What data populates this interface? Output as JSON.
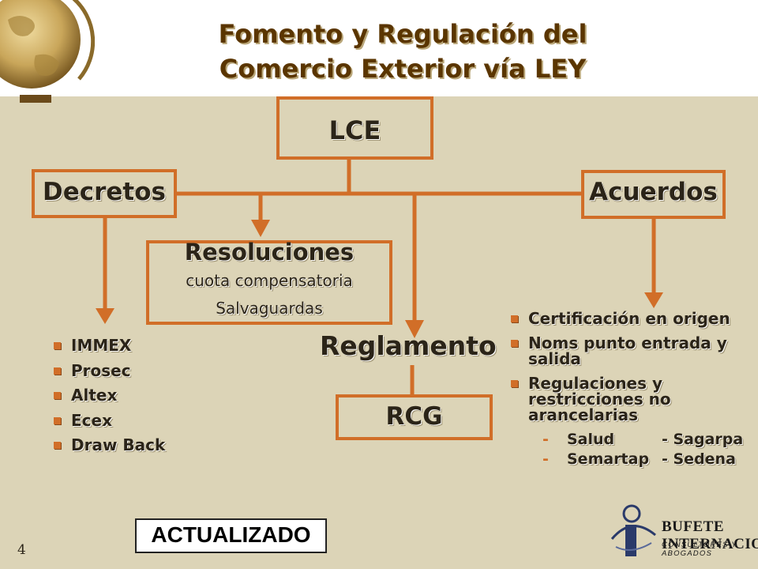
{
  "title": {
    "line1": "Fomento y Regulación del",
    "line2": "Comercio Exterior vía LEY"
  },
  "nodes": {
    "lce": "LCE",
    "decretos": "Decretos",
    "acuerdos": "Acuerdos",
    "resoluciones": {
      "label": "Resoluciones",
      "sub1": "cuota compensatoria",
      "sub2": "Salvaguardas"
    },
    "reglamento": "Reglamento",
    "rcg": "RCG"
  },
  "decretos_list": [
    "IMMEX",
    "Prosec",
    "Altex",
    "Ecex",
    "Draw Back"
  ],
  "acuerdos_list": [
    "Certificación en origen",
    "Noms punto entrada y salida",
    "Regulaciones y restricciones no arancelarias"
  ],
  "acuerdos_sublist": [
    {
      "left": "Salud",
      "right": "- Sagarpa"
    },
    {
      "left": "Semartap",
      "right": "- Sedena"
    }
  ],
  "page_number": "4",
  "badge": "ACTUALIZADO",
  "logo": {
    "name": "BUFETE INTERNACIONAL",
    "tagline": "CONSULTORES Y ABOGADOS"
  },
  "colors": {
    "accent": "#d16e28",
    "background": "#dcd4b7",
    "title": "#5a3500"
  },
  "icons": [
    "globe-icon",
    "logo-mark-icon"
  ]
}
